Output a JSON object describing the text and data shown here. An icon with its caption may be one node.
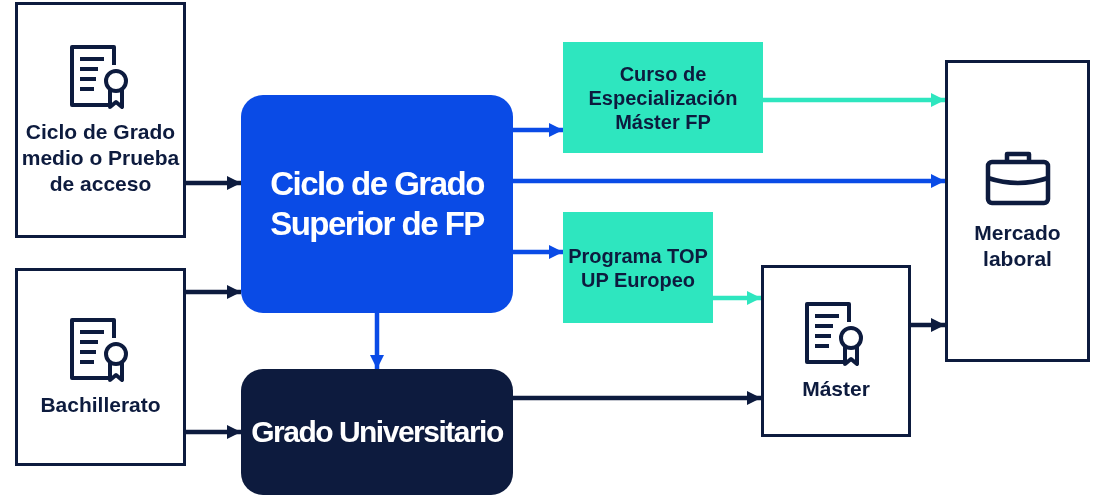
{
  "diagram": {
    "nodes": [
      {
        "text": [
          "Ciclo de Grado medio o Prueba de acceso"
        ]
      },
      {
        "text": [
          "Bachillerato"
        ]
      },
      {
        "text": [
          "Ciclo de Grado Superior de FP"
        ]
      },
      {
        "text": [
          "Grado Universitario"
        ]
      },
      {
        "text": [
          "Curso de Especialización Máster FP"
        ]
      },
      {
        "text": [
          "Programa TOP UP Europeo"
        ]
      },
      {
        "text": [
          "Máster"
        ]
      },
      {
        "text": [
          "Mercado laboral"
        ]
      }
    ],
    "edges": [
      {
        "from": 0,
        "to": 2,
        "arrow": "to"
      },
      {
        "from": 1,
        "to": 2,
        "arrow": "to"
      },
      {
        "from": 1,
        "to": 3,
        "arrow": "to"
      },
      {
        "from": 2,
        "to": 4,
        "arrow": "to",
        "color": "#0a4be6"
      },
      {
        "from": 2,
        "to": 7,
        "arrow": "to",
        "color": "#0a4be6"
      },
      {
        "from": 2,
        "to": 5,
        "arrow": "to",
        "color": "#0a4be6"
      },
      {
        "from": 2,
        "to": 3,
        "arrow": "to",
        "color": "#0a4be6"
      },
      {
        "from": 4,
        "to": 7,
        "arrow": "to",
        "color": "#2ee6bf"
      },
      {
        "from": 5,
        "to": 6,
        "arrow": "to",
        "color": "#2ee6bf"
      },
      {
        "from": 3,
        "to": 6,
        "arrow": "to"
      },
      {
        "from": 6,
        "to": 7,
        "arrow": "to"
      }
    ]
  }
}
